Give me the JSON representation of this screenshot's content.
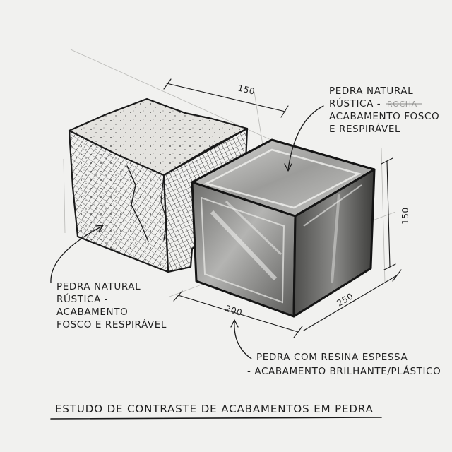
{
  "dimensions": {
    "top_width": "150",
    "height": "150",
    "base_left": "200",
    "base_right": "250"
  },
  "notes": {
    "top_right": [
      "PEDRA NATURAL",
      "RÚSTICA -",
      "ACABAMENTO FOSCO",
      "E RESPIRÁVEL"
    ],
    "top_right_struck": "ROCHA",
    "left": [
      "PEDRA NATURAL",
      "RÚSTICA -",
      "ACABAMENTO",
      "FOSCO E RESPIRÁVEL"
    ],
    "bottom_right": [
      "PEDRA COM RESINA ESPESSA",
      "- ACABAMENTO BRILHANTE/PLÁSTICO"
    ]
  },
  "title": "ESTUDO DE CONTRASTE DE ACABAMENTOS EM PEDRA",
  "colors": {
    "paper": "#f1f1ef",
    "ink": "#1a1a1a"
  }
}
